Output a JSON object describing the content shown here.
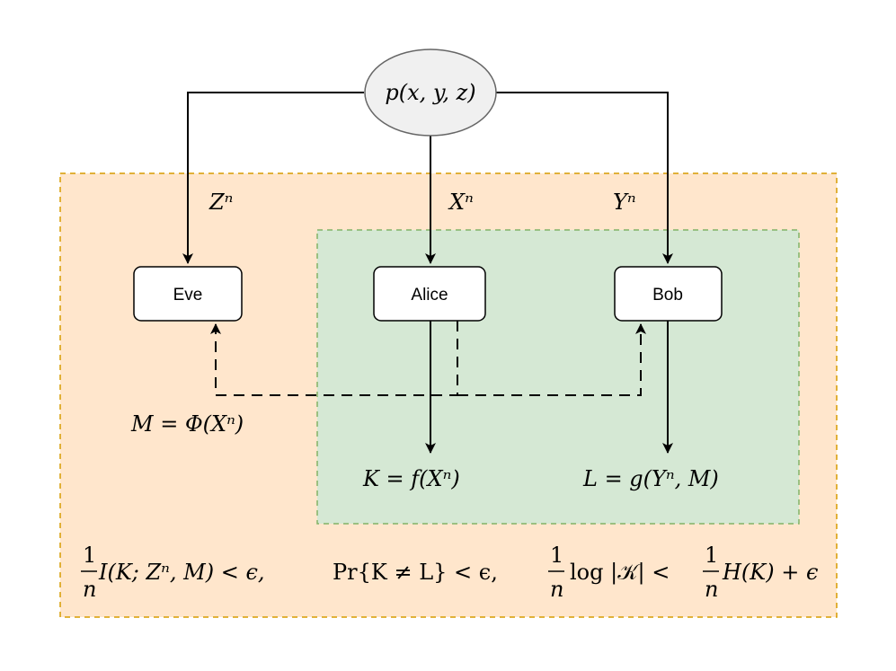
{
  "source": {
    "label": "p(x, y, z)"
  },
  "nodes": {
    "eve": "Eve",
    "alice": "Alice",
    "bob": "Bob"
  },
  "edge_labels": {
    "zn": "Zⁿ",
    "xn": "Xⁿ",
    "yn": "Yⁿ"
  },
  "messages": {
    "m": "M = Φ(Xⁿ)"
  },
  "outputs": {
    "k": "K = f(Xⁿ)",
    "l": "L = g(Yⁿ, M)"
  },
  "conditions": {
    "secrecy": "I(K; Zⁿ, M) < ϵ,",
    "error": "Pr{K ≠ L} < ϵ,",
    "rate_log": "log |𝒦| <",
    "rate_rhs": "H(K) + ϵ"
  },
  "colors": {
    "outer_fill": "#FFE6CC",
    "outer_stroke": "#D79B00",
    "inner_fill": "#D5E8D4",
    "inner_stroke": "#82B366",
    "source_fill": "#F0F0F0",
    "source_stroke": "#666666"
  }
}
